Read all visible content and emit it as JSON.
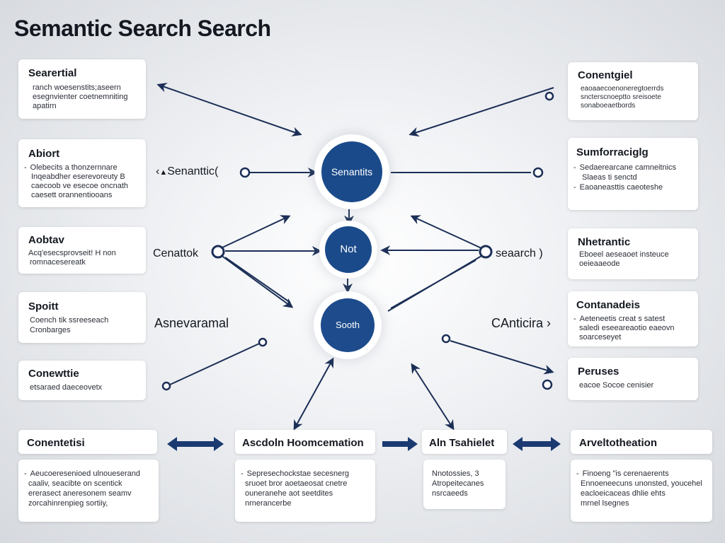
{
  "title": "Semantic Search Search",
  "colors": {
    "node_fill": "#1a4a8a",
    "line": "#1b2e56",
    "background": "#eceef1",
    "card": "#ffffff"
  },
  "left_cards": [
    {
      "title": "Searertial",
      "lines": [
        {
          "b": "·",
          "t": "ranch woesenstits;aseern"
        },
        {
          "b": "",
          "t": "esegnvienter coetnemniting"
        },
        {
          "b": "",
          "t": "apatirn"
        }
      ]
    },
    {
      "title": "Abiort",
      "lines": [
        {
          "b": "-",
          "t": "Olebecits a thonzernnare"
        },
        {
          "b": "",
          "t": "Inqeabdher eserevoreuty B"
        },
        {
          "b": "",
          "t": "caecoob ve esecoe oncnath"
        },
        {
          "b": "",
          "t": "caesett orannentiooans"
        }
      ]
    },
    {
      "title": "Aobtav",
      "lines": [
        {
          "b": "",
          "t": "Acq'esecsprovseit! H non"
        },
        {
          "b": "",
          "t": "romnacesereatk"
        }
      ]
    },
    {
      "title": "Spoitt",
      "lines": [
        {
          "b": "",
          "t": "Coench tik ssreeseach"
        },
        {
          "b": "",
          "t": "Cronbarges"
        }
      ]
    },
    {
      "title": "Conewttie",
      "lines": [
        {
          "b": "",
          "t": "etsaraed daeceovetx"
        }
      ]
    }
  ],
  "right_cards": [
    {
      "title": "Conentgiel",
      "lines": [
        {
          "b": "",
          "t": "eaoaaecoenoneregtoerrds"
        },
        {
          "b": "",
          "t": "sncterscnoeptto sreisoete"
        },
        {
          "b": "",
          "t": "sonaboeaetbords"
        }
      ]
    },
    {
      "title": "Sumforraciglg",
      "lines": [
        {
          "b": "-",
          "t": "Sedaerearcane camneitnics"
        },
        {
          "b": "",
          "t": "Slaeas ti senctd"
        },
        {
          "b": "-",
          "t": "Eaoaneasttis caeoteshe"
        }
      ]
    },
    {
      "title": "Nhetrantic",
      "lines": [
        {
          "b": "",
          "t": "Eboeel aeseaoet insteuce"
        },
        {
          "b": "",
          "t": "oeieaaeode"
        }
      ]
    },
    {
      "title": "Contanadeis",
      "lines": [
        {
          "b": "-",
          "t": "Aeteneetis creat s satest"
        },
        {
          "b": "",
          "t": "saledi eseeareaotio eaeovn"
        },
        {
          "b": "",
          "t": "soarceseyet"
        }
      ]
    },
    {
      "title": "Peruses",
      "lines": [
        {
          "b": "",
          "t": "eacoe Socoe cenisier"
        }
      ]
    }
  ],
  "nodes": [
    {
      "name": "node-semantic",
      "label": "Senantits"
    },
    {
      "name": "node-not",
      "label": "Not"
    },
    {
      "name": "node-sooth",
      "label": "Sooth"
    }
  ],
  "float_labels": {
    "semantic": "Senanttic",
    "cenattok": "Cenattok",
    "searcch": "seaarch",
    "asnevaral": "Asnevaramal",
    "canticira": "CAnticira"
  },
  "bottom_tabs": [
    "Conentetisi",
    "Ascdoln Hoomcemation",
    "Aln Tsahielet",
    "Arveltotheation"
  ],
  "bottom_cards": [
    {
      "lines": [
        {
          "b": "-",
          "t": "Aeucoeresenioed ulnoueserand"
        },
        {
          "b": "",
          "t": "caaliv, seacibte on scentick"
        },
        {
          "b": "",
          "t": "ererasect aneresonem seamv"
        },
        {
          "b": "",
          "t": "zorcahinrenpieg sortiiy,"
        }
      ]
    },
    {
      "lines": [
        {
          "b": "-",
          "t": "Sepresechockstae secesnerg"
        },
        {
          "b": "",
          "t": "sruoet bror aoetaeosat cnetre"
        },
        {
          "b": "",
          "t": "ouneranehe aot seetdites"
        },
        {
          "b": "",
          "t": "nrnerancerbe"
        }
      ]
    },
    {
      "lines": [
        {
          "b": "",
          "t": "Nnotossies, 3"
        },
        {
          "b": "",
          "t": "Atropeitecanes"
        },
        {
          "b": "",
          "t": "nsrcaeeds"
        }
      ]
    },
    {
      "lines": [
        {
          "b": "-",
          "t": "Finoeng \"is cerenaerents"
        },
        {
          "b": "",
          "t": "Ennoeneecuns unonsted, youcehel"
        },
        {
          "b": "",
          "t": "eacloeicaceas dhlie ehts"
        },
        {
          "b": "",
          "t": "mrnel lsegnes"
        }
      ]
    }
  ]
}
